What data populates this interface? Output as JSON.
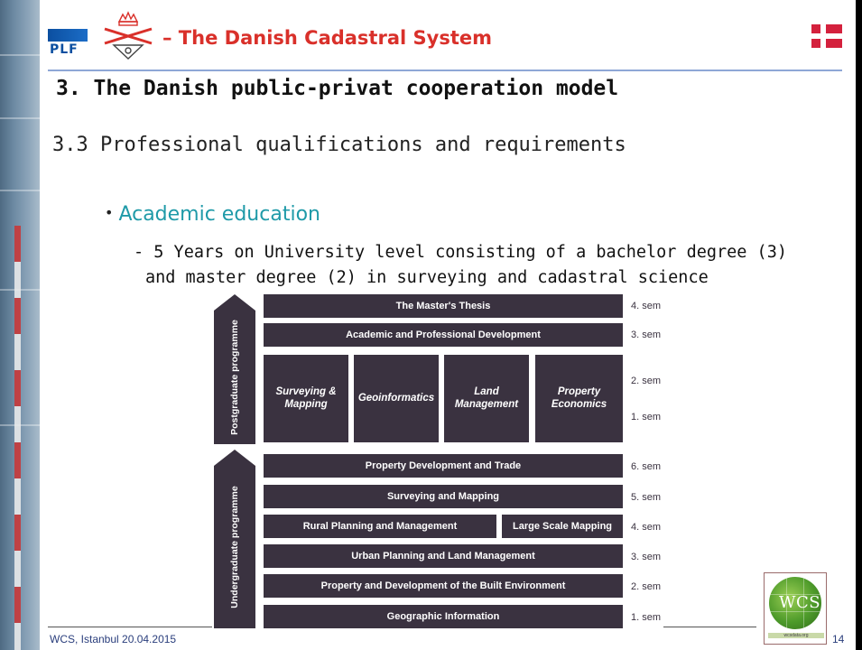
{
  "header": {
    "logo_text": "PLF",
    "title": "– The Danish Cadastral System"
  },
  "section_heading": "3.  The Danish public-privat cooperation model",
  "sub_heading": "3.3 Professional qualifications and requirements",
  "bullet": {
    "symbol": "•",
    "label": "Academic education"
  },
  "description": {
    "line1": "- 5 Years on University level consisting of a bachelor degree (3)",
    "line2": "and master degree (2) in surveying and cadastral science"
  },
  "curriculum": {
    "postgraduate_label": "Postgraduate programme",
    "undergraduate_label": "Undergraduate programme",
    "postgraduate": {
      "thesis": "The Master's Thesis",
      "development": "Academic and Professional Development",
      "specializations": [
        "Surveying &\nMapping",
        "Geoinformatics",
        "Land\nManagement",
        "Property\nEconomics"
      ]
    },
    "undergraduate": {
      "sem6": "Property Development and Trade",
      "sem5": "Surveying and Mapping",
      "sem4_left": "Rural Planning and Management",
      "sem4_right": "Large Scale Mapping",
      "sem3": "Urban Planning and Land Management",
      "sem2": "Property and Development of the Built Environment",
      "sem1": "Geographic Information"
    },
    "semester_labels": {
      "pg4": "4. sem",
      "pg3": "3. sem",
      "pg2": "2. sem",
      "pg1": "1. sem",
      "ug6": "6. sem",
      "ug5": "5. sem",
      "ug4": "4. sem",
      "ug3": "3. sem",
      "ug2": "2. sem",
      "ug1": "1. sem"
    }
  },
  "wcs_logo": {
    "text": "WCS",
    "url": "wcsdata.org"
  },
  "footer": {
    "left": "WCS, Istanbul 20.04.2015",
    "page": "14"
  },
  "colors": {
    "title_red": "#d9302a",
    "bullet_teal": "#1f9aa8",
    "diagram_dark": "#3a3240",
    "rule_blue": "#8ea7d6"
  }
}
